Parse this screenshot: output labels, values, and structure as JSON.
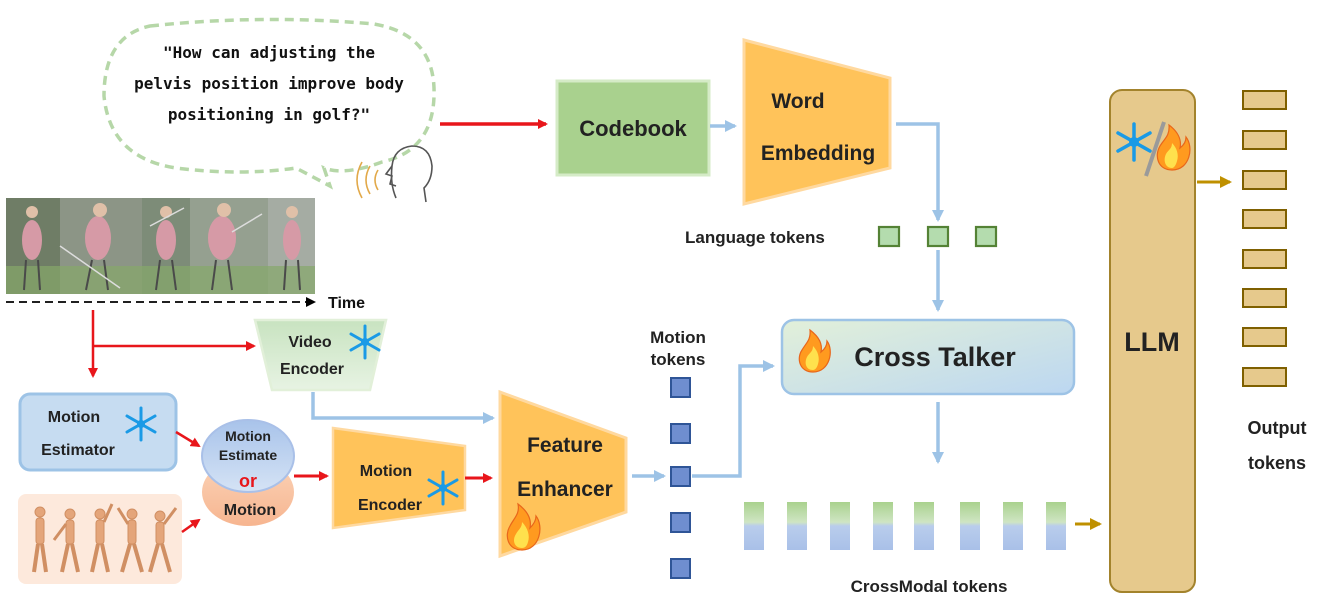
{
  "speech_bubble": {
    "lines": [
      "\"How can adjusting the",
      "pelvis position improve body",
      "positioning in golf?\""
    ]
  },
  "codebook": {
    "label": "Codebook"
  },
  "word_embedding": {
    "line1": "Word",
    "line2": "Embedding"
  },
  "language_tokens": {
    "label": "Language tokens"
  },
  "timeline": {
    "label": "Time"
  },
  "video_encoder": {
    "line1": "Video",
    "line2": "Encoder"
  },
  "motion_estimator": {
    "line1": "Motion",
    "line2": "Estimator"
  },
  "motion_select": {
    "top_line1": "Motion",
    "top_line2": "Estimate",
    "or": "or",
    "bottom": "Motion"
  },
  "motion_encoder": {
    "line1": "Motion",
    "line2": "Encoder"
  },
  "feature_enhancer": {
    "line1": "Feature",
    "line2": "Enhancer"
  },
  "motion_tokens": {
    "line1": "Motion",
    "line2": "tokens"
  },
  "cross_talker": {
    "label": "Cross Talker"
  },
  "crossmodal_tokens": {
    "label": "CrossModal tokens"
  },
  "llm": {
    "label": "LLM"
  },
  "output_tokens": {
    "line1": "Output",
    "line2": "tokens"
  },
  "colors": {
    "red_arrow": "#e8161b",
    "blue_arrow": "#9dc3e6",
    "gold_arrow": "#bf9000",
    "green_box": "#a9d18e",
    "orange_trap": "#ffc35a",
    "blue_box": "#c6dcf1",
    "llm_fill": "#e6c98c",
    "token_blue": "#6f8ed0",
    "token_green": "#b4dcae"
  }
}
